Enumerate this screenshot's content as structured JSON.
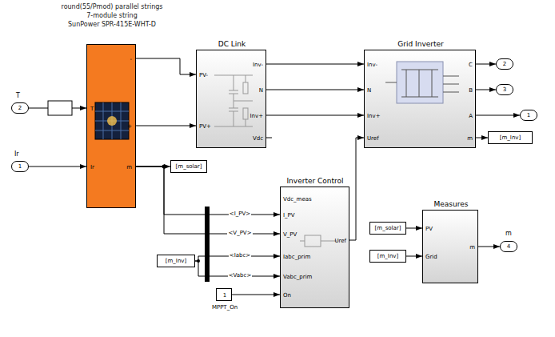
{
  "diagram": {
    "nodes": [
      {
        "text": [
          "2"
        ]
      },
      {
        "text": [
          "1"
        ]
      },
      {
        "text": [
          "round(55/Pmod) parallel strings",
          "7-module string",
          "SunPower SPR-415E-WHT-D",
          "T",
          "Ir",
          "-",
          "+",
          "m"
        ]
      },
      {
        "text": [
          "DC Link",
          "PV-",
          "PV+",
          "Inv-",
          "N",
          "Inv+",
          "Vdc"
        ]
      },
      {
        "text": [
          "Grid Inverter",
          "Inv-",
          "N",
          "Inv+",
          "Uref",
          "C",
          "B",
          "A",
          "m"
        ]
      },
      {
        "text": [
          "2"
        ]
      },
      {
        "text": [
          "3"
        ]
      },
      {
        "text": [
          "1"
        ]
      },
      {
        "text": [
          "[m_Inv]"
        ]
      },
      {
        "text": [
          "[m_solar]"
        ]
      },
      {
        "text": [
          "[m_Inv]"
        ]
      },
      {
        "text": [
          "Inverter Control",
          "Vdc_meas",
          "I_PV",
          "V_PV",
          "Iabc_prim",
          "Vabc_prim",
          "On",
          "Uref"
        ]
      },
      {
        "text": [
          "1",
          "MPPT_On"
        ]
      },
      {
        "text": [
          "Measures",
          "PV",
          "Grid",
          "m"
        ]
      },
      {
        "text": [
          "[m_solar]"
        ]
      },
      {
        "text": [
          "[m_Inv]"
        ]
      },
      {
        "text": [
          "4"
        ]
      }
    ],
    "edges": [
      {
        "from": 0,
        "to": 2,
        "arrow": "to"
      },
      {
        "from": 1,
        "to": 2,
        "arrow": "to"
      },
      {
        "from": 2,
        "to": 3,
        "arrow": "to"
      },
      {
        "from": 2,
        "to": 3,
        "arrow": "to"
      },
      {
        "from": 3,
        "to": 4,
        "arrow": "to"
      },
      {
        "from": 3,
        "to": 4,
        "arrow": "to"
      },
      {
        "from": 3,
        "to": 4,
        "arrow": "to"
      },
      {
        "from": 4,
        "to": 5,
        "arrow": "to"
      },
      {
        "from": 4,
        "to": 6,
        "arrow": "to"
      },
      {
        "from": 4,
        "to": 7,
        "arrow": "to"
      },
      {
        "from": 4,
        "to": 8,
        "arrow": "to"
      },
      {
        "from": 2,
        "to": 9,
        "arrow": "to"
      },
      {
        "from": 2,
        "to": 11,
        "label": "<I_PV>",
        "arrow": "to"
      },
      {
        "from": 2,
        "to": 11,
        "label": "<V_PV>",
        "arrow": "to"
      },
      {
        "from": 10,
        "to": 11,
        "label": "<Iabc>",
        "arrow": "to"
      },
      {
        "from": 10,
        "to": 11,
        "label": "<Vabc>",
        "arrow": "to"
      },
      {
        "from": 12,
        "to": 11,
        "arrow": "to"
      },
      {
        "from": 11,
        "to": 4,
        "arrow": "to"
      },
      {
        "from": 14,
        "to": 13,
        "arrow": "to"
      },
      {
        "from": 15,
        "to": 13,
        "arrow": "to"
      },
      {
        "from": 13,
        "to": 16,
        "arrow": "to"
      }
    ],
    "labels": [
      "T",
      "Ir",
      "m"
    ]
  }
}
